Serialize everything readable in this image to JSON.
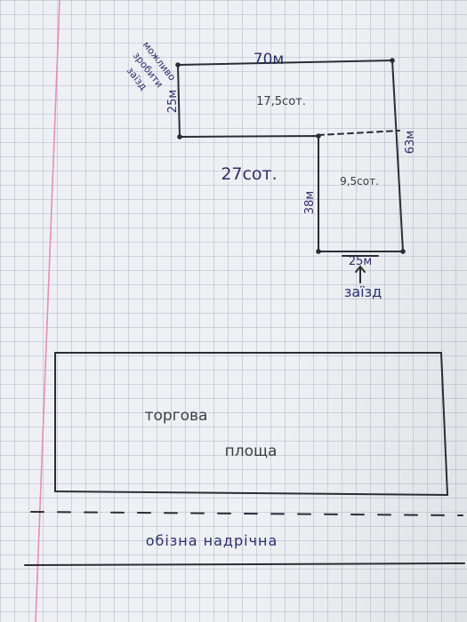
{
  "sketch": {
    "dim_top": "70м",
    "dim_left": "25м",
    "dim_right": "63м",
    "dim_middle": "38м",
    "dim_bottom": "25м",
    "area_top": "17,5сот.",
    "area_total": "27сот.",
    "area_bottom": "9,5сот.",
    "note_line1": "можливо",
    "note_line2": "зробити",
    "note_line3": "заїзд",
    "entrance": "заїзд",
    "market_word1": "торгова",
    "market_word2": "площа",
    "road": "обізна надрічна"
  },
  "colors": {
    "paper": "#eef0f4",
    "grid": "#8a98b8",
    "ink": "#2c2f6b",
    "pencil": "#3d3d42",
    "margin": "#e58fb7"
  }
}
